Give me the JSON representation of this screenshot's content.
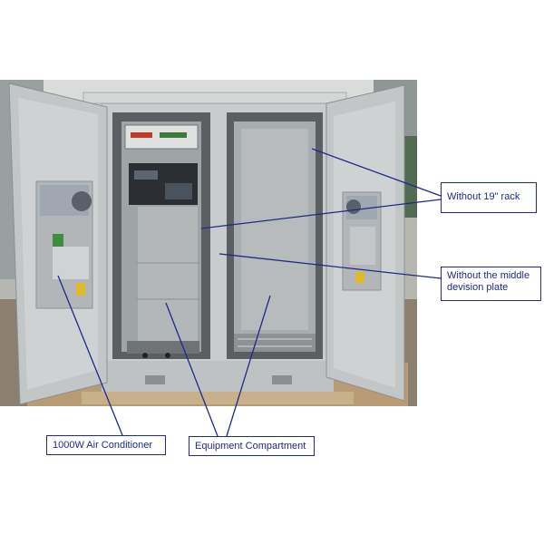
{
  "callouts": {
    "no_rack": "Without 19\" rack",
    "no_plate": "Without the middle\ndevision plate",
    "air_conditioner": "1000W Air Conditioner",
    "equipment_compartment": "Equipment Compartment"
  },
  "colors": {
    "callout_line": "#1f2a8a",
    "cabinet_body": "#c9cccd",
    "door_shadow": "#9da1a3"
  }
}
